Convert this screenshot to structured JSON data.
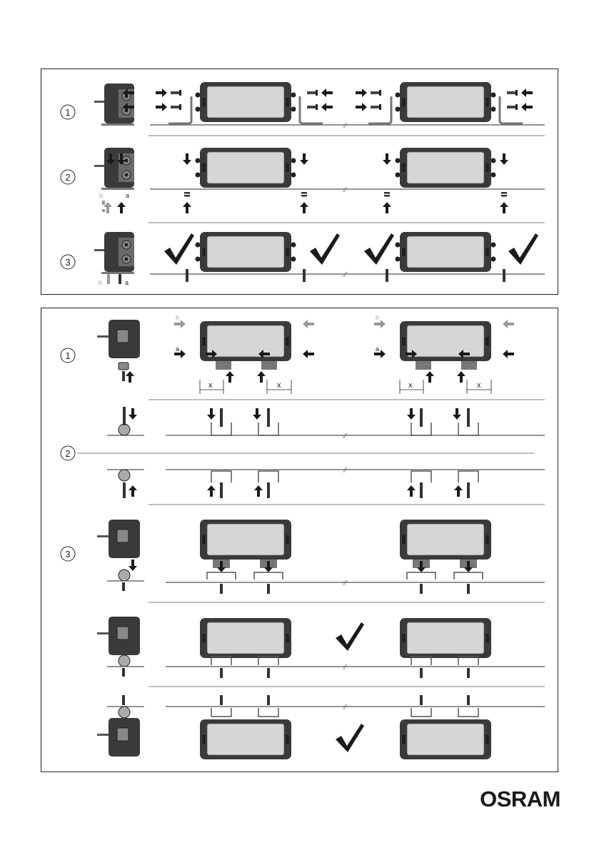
{
  "top_panel": {
    "steps": [
      "1",
      "2",
      "3"
    ],
    "hardware_labels": {
      "a": "a",
      "b": "b"
    }
  },
  "bottom_panel": {
    "steps": [
      "1",
      "2",
      "3"
    ],
    "hardware_labels": {
      "a": "a",
      "b": "b"
    },
    "dimension_label": "x"
  },
  "brand": {
    "logo_text": "OSRAM"
  },
  "colors": {
    "ink": "#1a1a1a",
    "lamp_body": "#3a3a3a",
    "lens": "#d6d6d6",
    "rail": "#555555",
    "grey_arrow": "#a8a8a8"
  }
}
